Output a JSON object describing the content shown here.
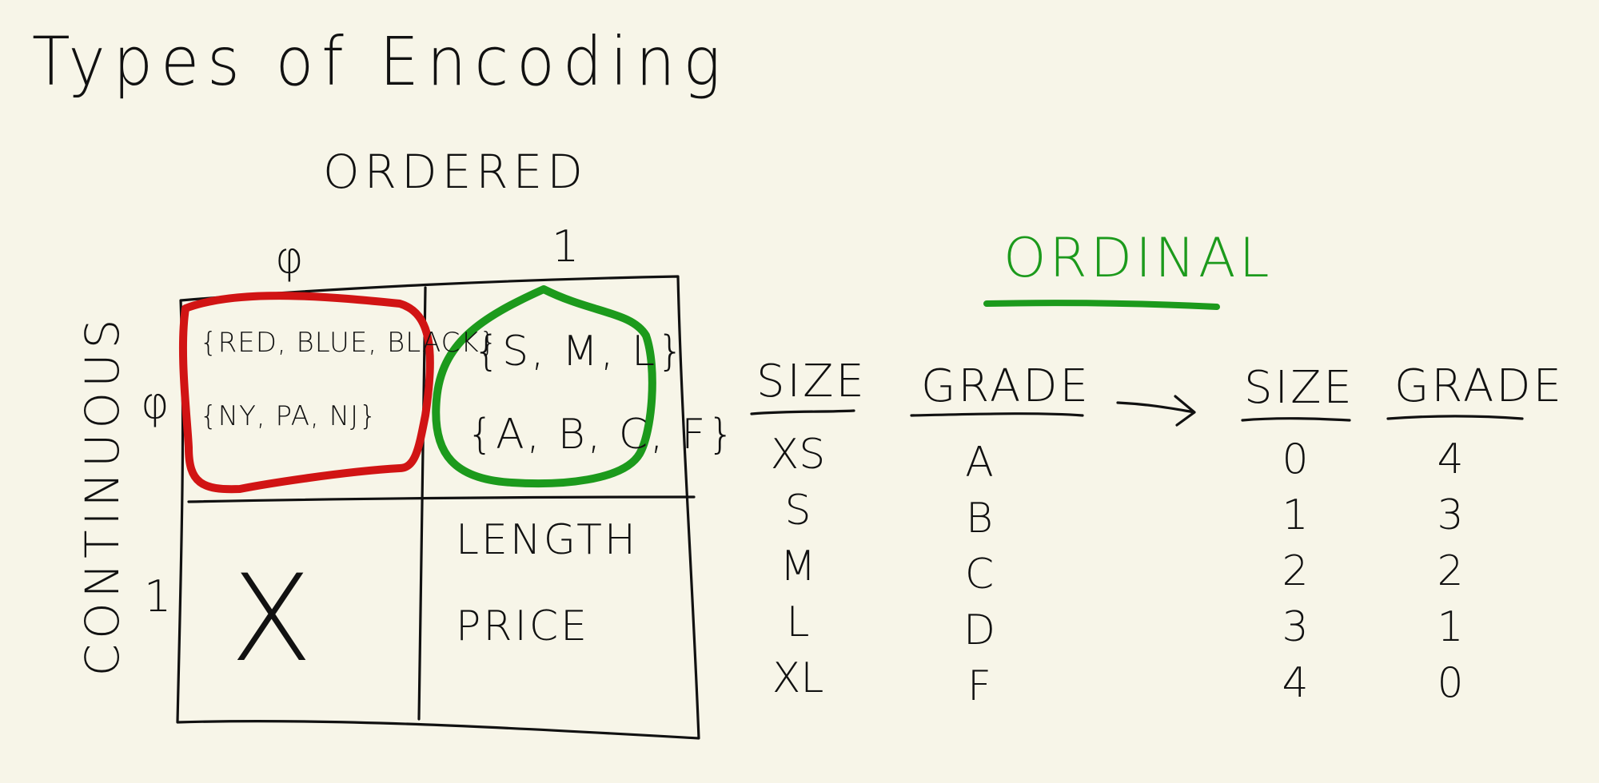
{
  "title": "Types of Encoding",
  "matrix": {
    "top_axis_label": "ORDERED",
    "side_axis_label": "CONTINUOUS",
    "top_ticks": [
      "φ",
      "1"
    ],
    "side_ticks": [
      "φ",
      "1"
    ],
    "cells": {
      "top_left": [
        "{RED, BLUE, BLACK}",
        "{NY, PA, NJ}"
      ],
      "top_right": [
        "{S, M, L}",
        "{A, B, C, F}"
      ],
      "bottom_left": "X",
      "bottom_right": [
        "LENGTH",
        "PRICE"
      ]
    },
    "colors": {
      "nominal_circle": "#d11414",
      "ordinal_circle": "#1c9a1c"
    }
  },
  "ordinal": {
    "title": "ORDINAL",
    "color": "#1c9a1c",
    "before": {
      "size_header": "SIZE",
      "grade_header": "GRADE",
      "size_values": [
        "XS",
        "S",
        "M",
        "L",
        "XL"
      ],
      "grade_values": [
        "A",
        "B",
        "C",
        "D",
        "F"
      ]
    },
    "after": {
      "size_header": "SIZE",
      "grade_header": "GRADE",
      "size_values": [
        "0",
        "1",
        "2",
        "3",
        "4"
      ],
      "grade_values": [
        "4",
        "3",
        "2",
        "1",
        "0"
      ]
    }
  }
}
